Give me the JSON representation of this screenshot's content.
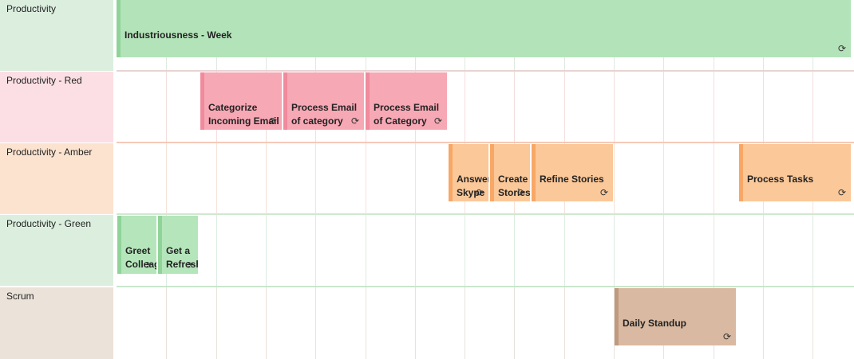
{
  "rows": [
    {
      "label": "Productivity"
    },
    {
      "label": "Productivity - Red"
    },
    {
      "label": "Productivity - Amber"
    },
    {
      "label": "Productivity - Green"
    },
    {
      "label": "Scrum"
    }
  ],
  "appointments": [
    {
      "title": "Industriousness - Week"
    },
    {
      "title": "Categorize\nIncoming Email"
    },
    {
      "title": "Process Email\nof category\n\"Yes me, but\nnot now\""
    },
    {
      "title": "Process Email\nof Category\n\"Yes me, now\""
    },
    {
      "title": "Answer\nSkype\nMessages"
    },
    {
      "title": "Create\nStories"
    },
    {
      "title": "Refine Stories"
    },
    {
      "title": "Process Tasks"
    },
    {
      "title": "Greet\nColleagues"
    },
    {
      "title": "Get a\nRefreshment"
    },
    {
      "title": "Daily Standup"
    }
  ],
  "recurrence_icon": "⟳",
  "colors": {
    "productivity": "#b3e3b9",
    "red": "#f7a8b5",
    "amber": "#fbc899",
    "green": "#b5e6bb",
    "scrum": "#d9b9a1"
  }
}
